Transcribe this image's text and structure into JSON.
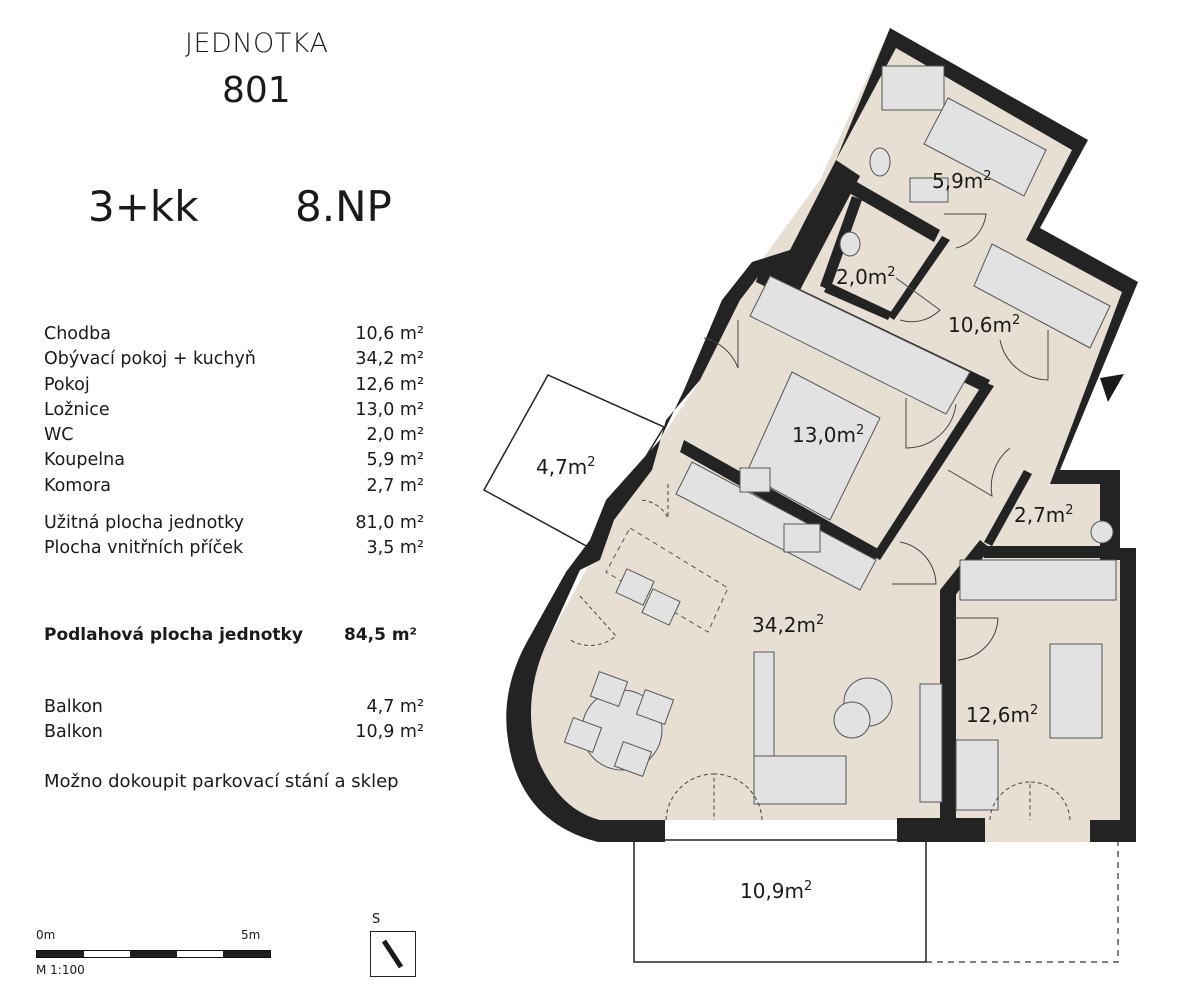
{
  "unit": {
    "label": "JEDNOTKA",
    "number": "801",
    "layout": "3+kk",
    "floor": "8.NP"
  },
  "areas": [
    {
      "name": "Chodba",
      "value": "10,6 m²"
    },
    {
      "name": "Obývací pokoj + kuchyň",
      "value": "34,2 m²"
    },
    {
      "name": "Pokoj",
      "value": "12,6 m²"
    },
    {
      "name": "Ložnice",
      "value": "13,0 m²"
    },
    {
      "name": "WC",
      "value": "2,0 m²"
    },
    {
      "name": "Koupelna",
      "value": "5,9 m²"
    },
    {
      "name": "Komora",
      "value": "2,7 m²"
    }
  ],
  "summary": [
    {
      "name": "Užitná plocha jednotky",
      "value": "81,0 m²"
    },
    {
      "name": "Plocha vnitřních příček",
      "value": "3,5 m²"
    }
  ],
  "total": {
    "name": "Podlahová plocha jednotky",
    "value": "84,5 m²"
  },
  "balconies": [
    {
      "name": "Balkon",
      "value": "4,7 m²"
    },
    {
      "name": "Balkon",
      "value": "10,9 m²"
    }
  ],
  "note": "Možno dokoupit parkovací stání a sklep",
  "scale": {
    "zero": "0m",
    "five": "5m",
    "ratio": "M 1:100"
  },
  "north": {
    "letter": "S"
  },
  "rooms": {
    "bathroom": "5,9m",
    "wc": "2,0m",
    "hall": "10,6m",
    "bedroom": "13,0m",
    "balcony_small": "4,7m",
    "storage": "2,7m",
    "living": "34,2m",
    "room": "12,6m",
    "balcony_large": "10,9m",
    "unit_sup": "2"
  },
  "colors": {
    "floor": "#e7dfd4",
    "wall": "#232323",
    "furniture": "#e2e2e2"
  }
}
